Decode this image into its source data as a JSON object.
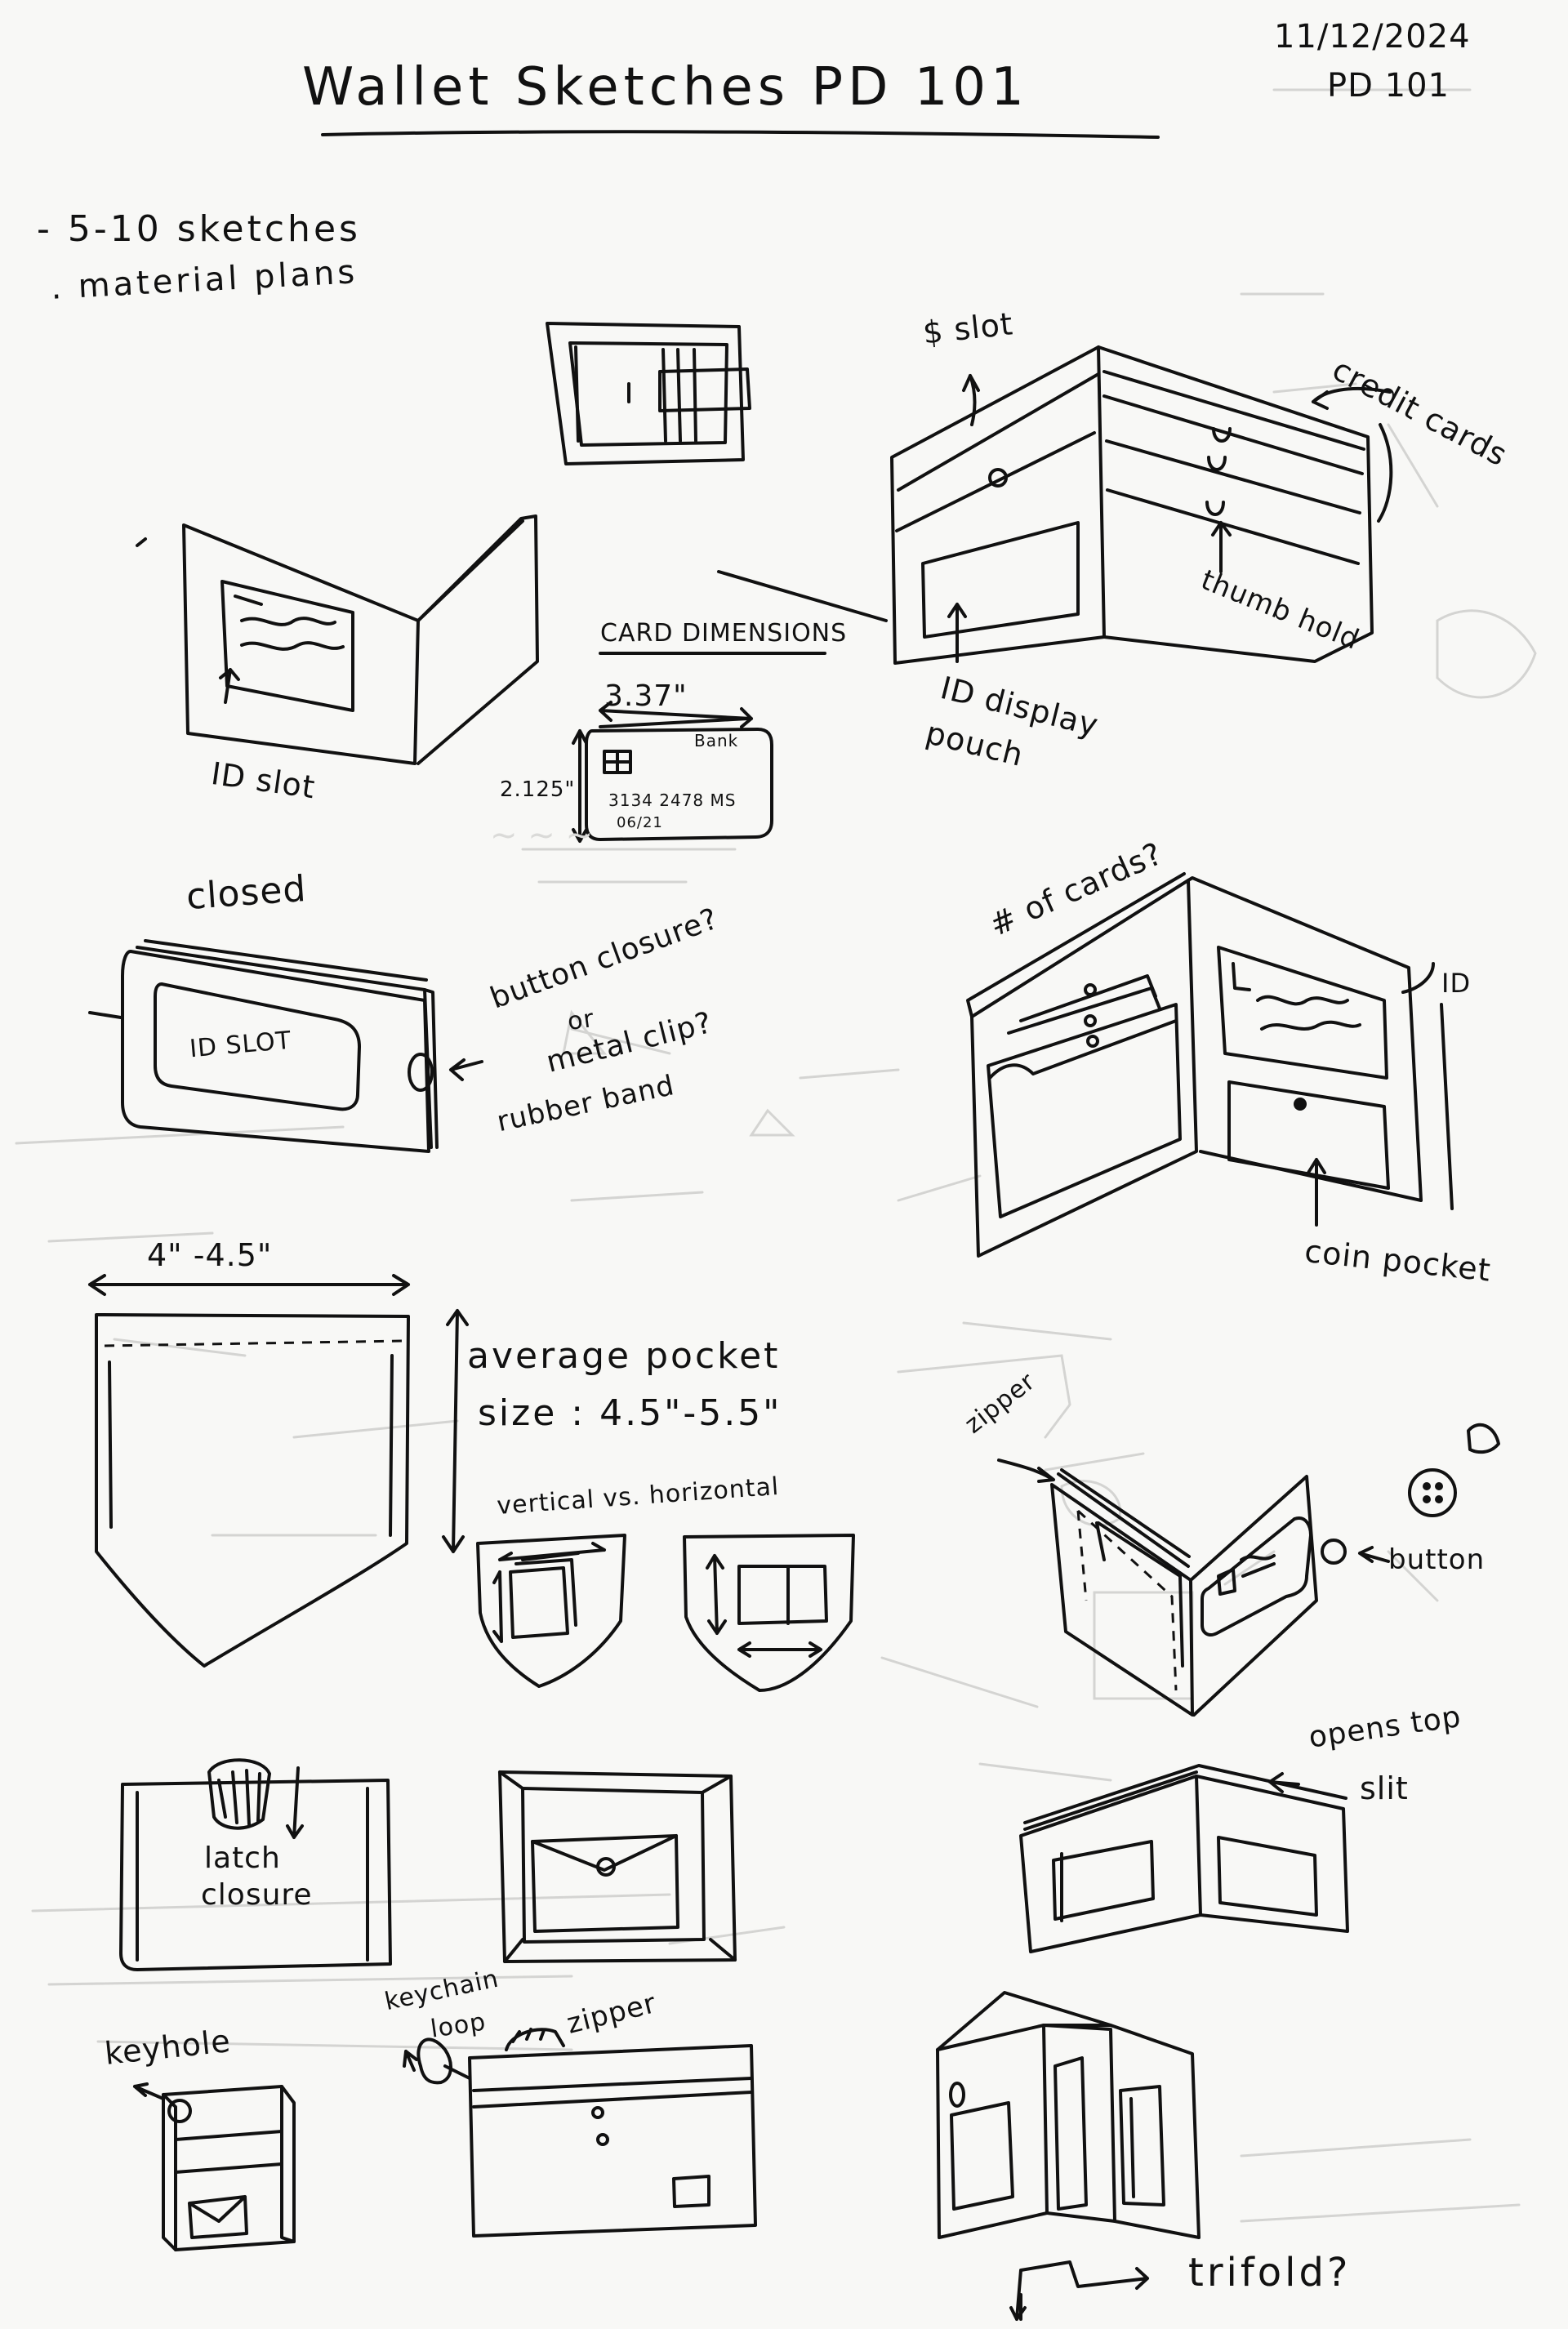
{
  "header": {
    "title": "Wallet Sketches   PD 101",
    "date": "11/12/2024",
    "course": "PD 101"
  },
  "notes": [
    "- 5-10  sketches",
    ". material  plans"
  ],
  "labels": {
    "dollar_slot": "$ slot",
    "credit_cards": "credit cards",
    "thumb_hold": "thumb hold",
    "id_display_pouch_1": "ID display",
    "id_display_pouch_2": "pouch",
    "id_slot": "ID slot",
    "card_dimensions": "CARD DIMENSIONS",
    "card_width": "3.37\"",
    "card_height": "2.125\"",
    "card_bank": "Bank",
    "card_number": "3134  2478  MS",
    "card_expiry": "06/21",
    "closed": "closed",
    "closed_id_slot": "ID SLOT",
    "button_closure": "button closure?",
    "or": "or",
    "metal_clip": "metal clip?",
    "rubber_band": "rubber band",
    "num_cards": "# of cards?",
    "id": "ID",
    "coin_pocket": "coin pocket",
    "pocket_width": "4\" -4.5\"",
    "avg_pocket_1": "average  pocket",
    "avg_pocket_2": "size :  4.5\"-5.5\"",
    "vert_horiz": "vertical  vs.  horizontal",
    "zipper_1": "zipper",
    "button": "button",
    "latch_1": "latch",
    "latch_2": "closure",
    "opens_top": "opens top",
    "slit": "slit",
    "keyhole": "keyhole",
    "keychain_1": "keychain",
    "keychain_2": "loop",
    "zipper_2": "zipper",
    "trifold": "trifold?"
  },
  "ink_color": "#111111",
  "paper_color": "#f8f8f6",
  "bleed_color": "#d4d4d2"
}
